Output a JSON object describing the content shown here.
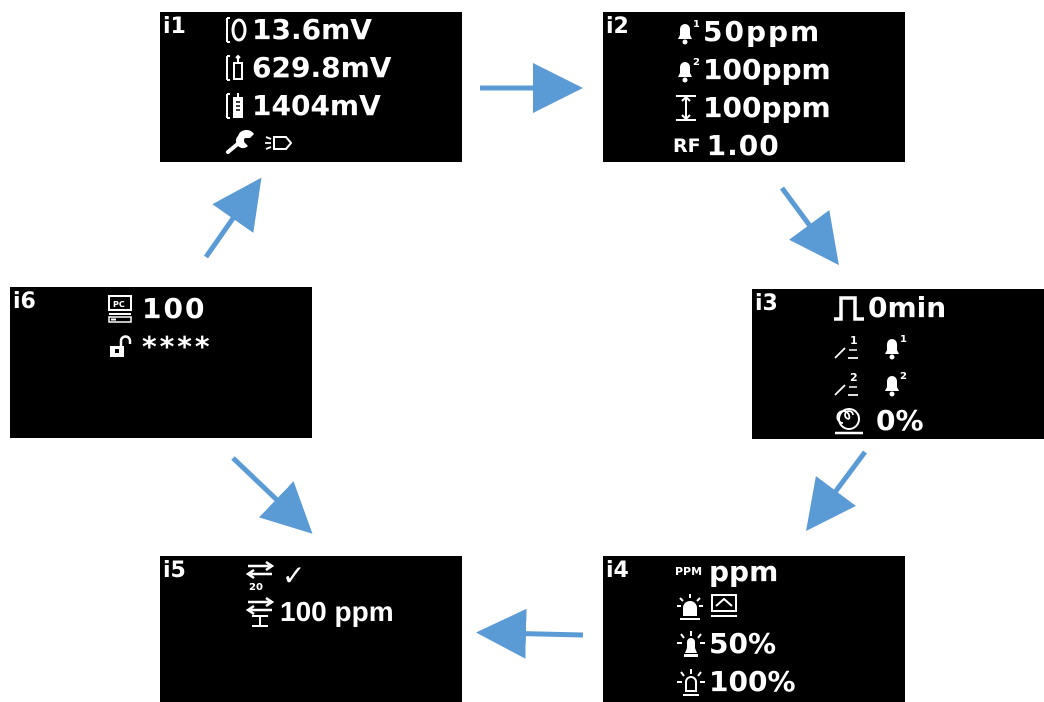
{
  "colors": {
    "screen_bg": "#000000",
    "screen_fg": "#ffffff",
    "arrow": "#5b9bd5",
    "page_bg": "#ffffff"
  },
  "screens": {
    "i1": {
      "label": "i1",
      "rows": [
        {
          "icon": "zero-sensor-icon",
          "value": "13.6mV"
        },
        {
          "icon": "span-sensor-icon",
          "value": "629.8mV"
        },
        {
          "icon": "full-sensor-icon",
          "value": "1404mV"
        },
        {
          "icon": "wrench-icon",
          "icon2": "lamp-icon",
          "value": ""
        }
      ]
    },
    "i2": {
      "label": "i2",
      "rows": [
        {
          "icon": "alarm-1-bell-icon",
          "value": "50ppm"
        },
        {
          "icon": "alarm-2-bell-icon",
          "value": "100ppm"
        },
        {
          "icon": "range-icon",
          "value": "100ppm"
        },
        {
          "icon_text": "RF",
          "value": "1.00"
        }
      ]
    },
    "i3": {
      "label": "i3",
      "rows": [
        {
          "icon": "pulse-icon",
          "value": "0min"
        },
        {
          "icon": "relay-1-icon",
          "icon2": "alarm-1-bell-icon",
          "value": ""
        },
        {
          "icon": "relay-2-icon",
          "icon2": "alarm-2-bell-icon",
          "value": ""
        },
        {
          "icon": "fan-icon",
          "value": "0%"
        }
      ]
    },
    "i4": {
      "label": "i4",
      "rows": [
        {
          "icon_text": "PPM",
          "value": "ppm"
        },
        {
          "icon": "siren-icon",
          "icon2": "display-icon",
          "value": ""
        },
        {
          "icon": "alarm-light-icon",
          "value": "50%"
        },
        {
          "icon": "strobe-icon",
          "value": "100%"
        }
      ]
    },
    "i5": {
      "label": "i5",
      "rows": [
        {
          "icon": "transfer-20-icon",
          "value": "✓"
        },
        {
          "icon": "transfer-range-icon",
          "value": "100 ppm"
        }
      ]
    },
    "i6": {
      "label": "i6",
      "rows": [
        {
          "icon": "pc-icon",
          "value": "100"
        },
        {
          "icon": "unlock-icon",
          "value": "****"
        }
      ]
    }
  }
}
